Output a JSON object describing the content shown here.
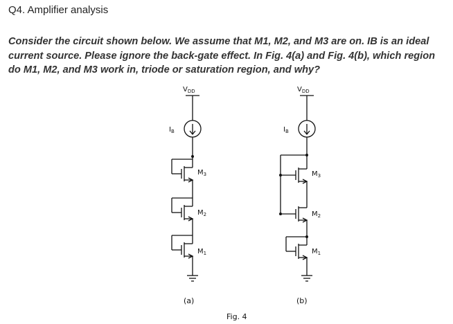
{
  "question": {
    "title": "Q4. Amplifier analysis",
    "body": "Consider the circuit shown below. We assume that M1, M2, and M3 are on. IB is an ideal current source. Please ignore the back-gate effect. In Fig. 4(a) and Fig. 4(b), which region do M1, M2, and M3 work in, triode or saturation region, and why?"
  },
  "figure": {
    "caption": "Fig. 4",
    "circuits": [
      {
        "label": "(a)",
        "supply": {
          "main": "V",
          "sub": "DD"
        },
        "source": {
          "main": "I",
          "sub": "B"
        },
        "transistors": [
          {
            "main": "M",
            "sub": "3"
          },
          {
            "main": "M",
            "sub": "2"
          },
          {
            "main": "M",
            "sub": "1"
          }
        ]
      },
      {
        "label": "(b)",
        "supply": {
          "main": "V",
          "sub": "DD"
        },
        "source": {
          "main": "I",
          "sub": "B"
        },
        "transistors": [
          {
            "main": "M",
            "sub": "3"
          },
          {
            "main": "M",
            "sub": "2"
          },
          {
            "main": "M",
            "sub": "1"
          }
        ]
      }
    ]
  }
}
